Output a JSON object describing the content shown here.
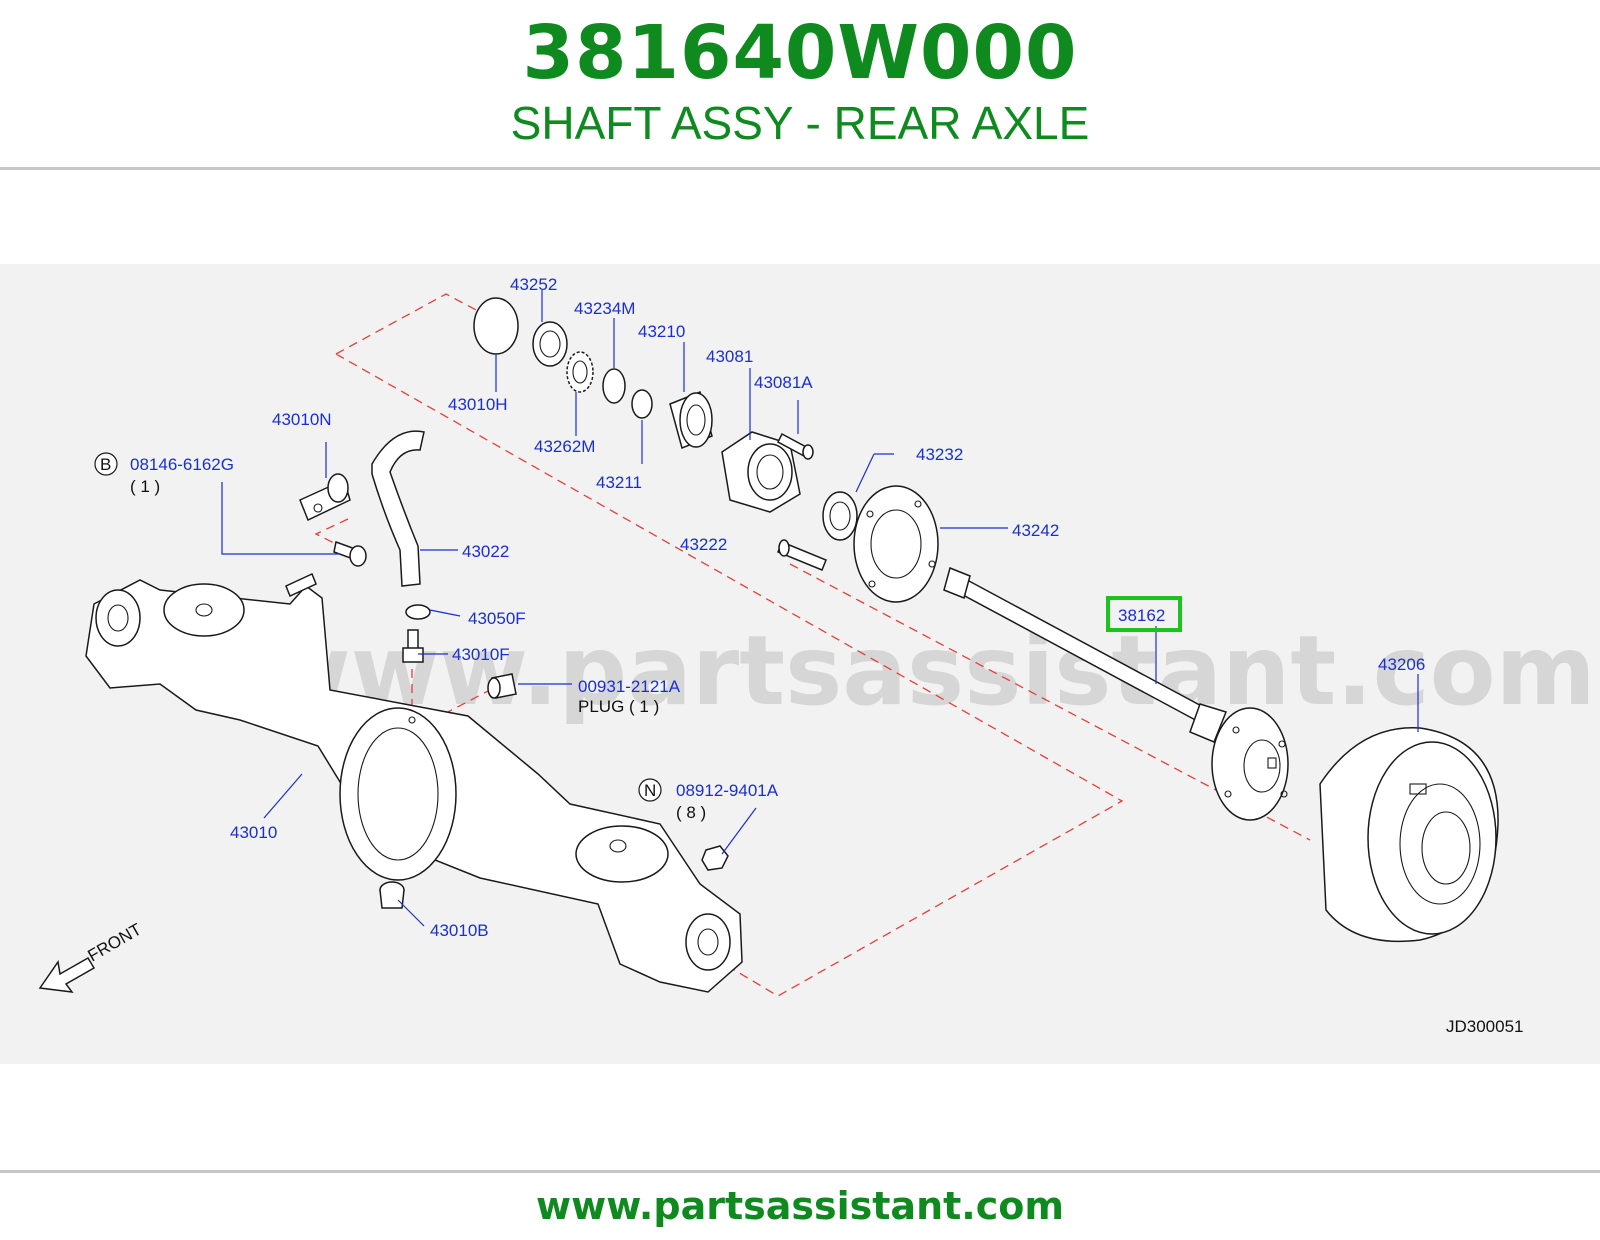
{
  "header": {
    "part_number": "381640W000",
    "part_name": "SHAFT ASSY - REAR AXLE"
  },
  "diagram": {
    "watermark": "www.partsassistant.com",
    "diagram_code": "JD300051",
    "front_label": "FRONT",
    "highlighted_part": "38162",
    "labels": {
      "p43252": "43252",
      "p43234M": "43234M",
      "p43210": "43210",
      "p43081": "43081",
      "p43081A": "43081A",
      "p43010H": "43010H",
      "p43262M": "43262M",
      "p43211": "43211",
      "p43010N": "43010N",
      "p43232": "43232",
      "p08146": "08146-6162G",
      "p08146_qty": "( 1 )",
      "p08146_marker": "B",
      "p43222": "43222",
      "p43242": "43242",
      "p43022": "43022",
      "p43050F": "43050F",
      "p38162": "38162",
      "p43010F": "43010F",
      "p43206": "43206",
      "p00931": "00931-2121A",
      "p00931_sub": "PLUG ( 1 )",
      "p08912": "08912-9401A",
      "p08912_qty": "( 8 )",
      "p08912_marker": "N",
      "p43010": "43010",
      "p43010B": "43010B"
    },
    "colors": {
      "label": "#1a2fcf",
      "accent": "#0f8a1f",
      "dashed_outline": "#e0403a",
      "highlight_box": "#19c41c"
    }
  },
  "footer": {
    "url": "www.partsassistant.com"
  }
}
